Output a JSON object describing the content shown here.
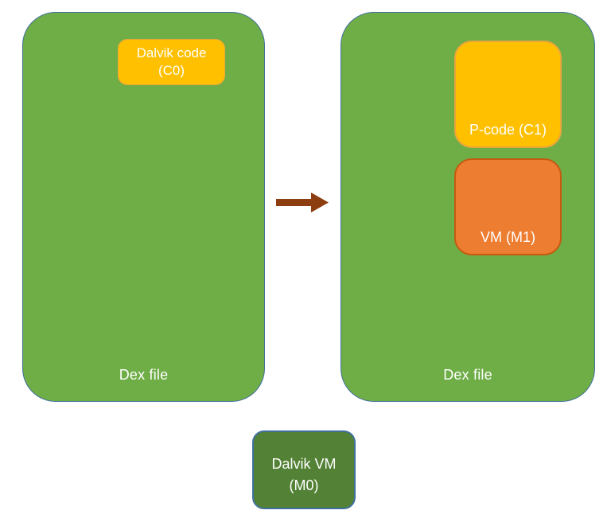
{
  "colors": {
    "background": "#ffffff",
    "dex_box_fill": "#6fad47",
    "dex_box_border": "#41719c",
    "code_block_fill": "#ffc000",
    "code_block_border": "#e9a63b",
    "vm_block_fill": "#ed7d31",
    "vm_block_border": "#c55a11",
    "dalvik_vm_fill": "#538135",
    "dalvik_vm_border": "#41719c",
    "arrow_fill": "#8c3e10",
    "label_text": "#ffffff"
  },
  "diagram": {
    "left_dex": {
      "label": "Dex file",
      "dalvik_code_block": {
        "line1": "Dalvik code",
        "line2": "(C0)"
      }
    },
    "arrow": {
      "direction": "right"
    },
    "right_dex": {
      "label": "Dex file",
      "pcode_block": {
        "label": "P-code (C1)"
      },
      "vm_block": {
        "label": "VM (M1)"
      }
    },
    "dalvik_vm_block": {
      "line1": "Dalvik VM",
      "line2": "(M0)"
    }
  }
}
